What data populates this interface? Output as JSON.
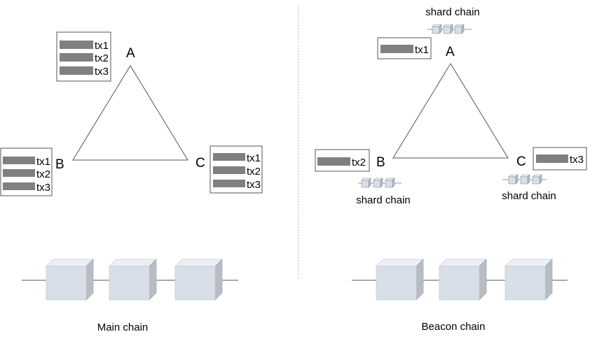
{
  "left_panel": {
    "caption": "Main chain",
    "nodes": [
      {
        "label": "A",
        "txs": [
          "tx1",
          "tx2",
          "tx3"
        ]
      },
      {
        "label": "B",
        "txs": [
          "tx1",
          "tx2",
          "tx3"
        ]
      },
      {
        "label": "C",
        "txs": [
          "tx1",
          "tx2",
          "tx3"
        ]
      }
    ]
  },
  "right_panel": {
    "caption": "Beacon chain",
    "nodes": [
      {
        "label": "A",
        "txs": [
          "tx1"
        ],
        "shard_label": "shard chain"
      },
      {
        "label": "B",
        "txs": [
          "tx2"
        ],
        "shard_label": "shard chain"
      },
      {
        "label": "C",
        "txs": [
          "tx3"
        ],
        "shard_label": "shard chain"
      }
    ]
  },
  "colors": {
    "tx_bar": "#808080",
    "cube_front": "#d9dfe8",
    "cube_top": "#eceff4",
    "cube_side": "#b8bcc4",
    "line": "#555555",
    "divider": "#bbbbbb"
  }
}
